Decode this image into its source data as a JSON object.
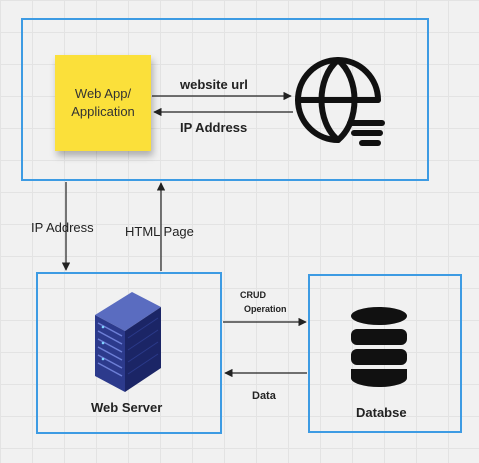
{
  "sticky_note": {
    "text": "Web App/\nApplication",
    "color": "#fbe03a"
  },
  "labels": {
    "website_url": "website url",
    "ip_address_top": "IP Address",
    "ip_address_side": "IP Address",
    "html_page": "HTML Page",
    "crud": "CRUD",
    "crud_operation": "Operation",
    "data": "Data",
    "web_server": "Web Server",
    "database": "Databse"
  },
  "icons": {
    "globe": "globe-icon",
    "server": "server-icon",
    "database": "database-icon"
  },
  "colors": {
    "box_border": "#3d9be3",
    "arrow": "#222222"
  }
}
